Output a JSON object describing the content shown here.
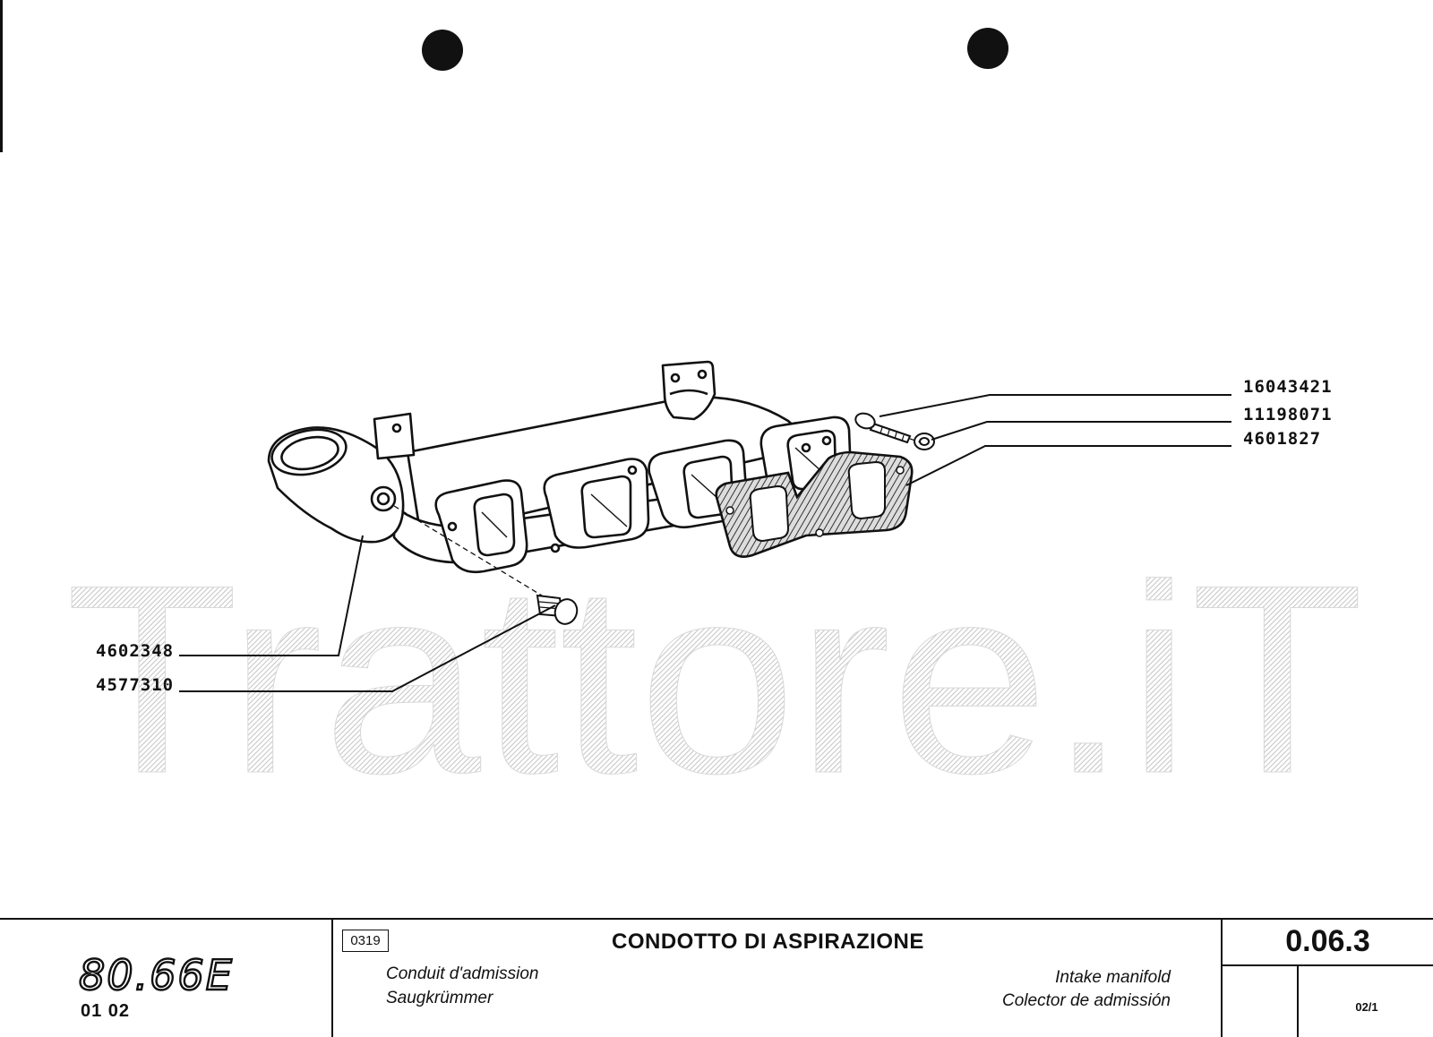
{
  "watermark": "Trattore.iT",
  "parts": [
    {
      "number": "16043421",
      "item": "bolt"
    },
    {
      "number": "11198071",
      "item": "washer"
    },
    {
      "number": "4601827",
      "item": "gasket"
    },
    {
      "number": "4602348",
      "item": "plug"
    },
    {
      "number": "4577310",
      "item": "screw"
    }
  ],
  "title_block": {
    "model": "80.66E",
    "model_sub": "01  02",
    "code": "0319",
    "title": "CONDOTTO DI ASPIRAZIONE",
    "title_fr": "Conduit d'admission",
    "title_de": "Saugkrümmer",
    "title_en": "Intake manifold",
    "title_es": "Colector de admissión",
    "section": "0.06.3",
    "page": "02/1"
  }
}
